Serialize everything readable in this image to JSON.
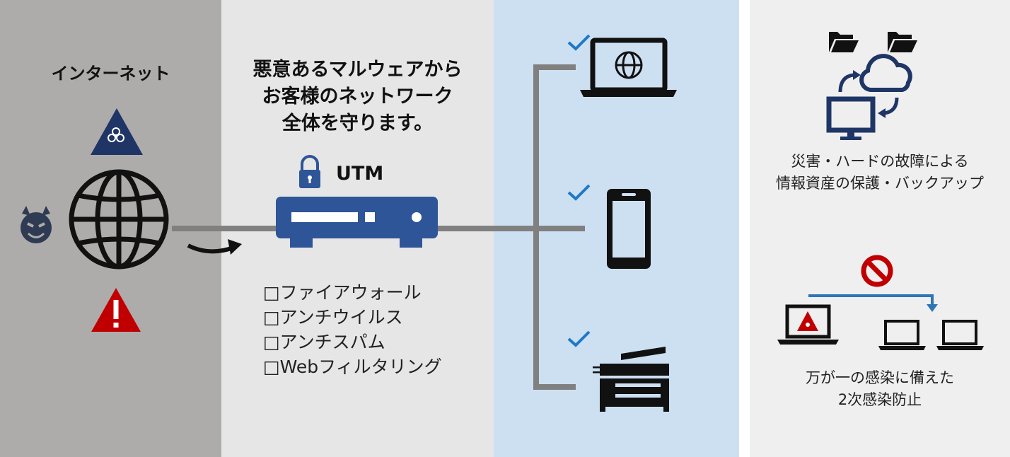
{
  "internet": {
    "title": "インターネット"
  },
  "utm": {
    "headline": [
      "悪意あるマルウェアから",
      "お客様のネットワーク",
      "全体を守ります。"
    ],
    "label": "UTM",
    "features": [
      "□ファイアウォール",
      "□アンチウイルス",
      "□アンチスパム",
      "□Webフィルタリング"
    ]
  },
  "side": {
    "backup_text": [
      "災害・ハードの故障による",
      "情報資産の保護・バックアップ"
    ],
    "infection_text": [
      "万が一の感染に備えた",
      "2次感染防止"
    ]
  },
  "colors": {
    "navy": "#1f3566",
    "utm_blue": "#2e5597",
    "check_blue": "#1f78c8",
    "warning_red": "#c00000",
    "line_gray": "#808080"
  },
  "icons": {
    "internet": [
      "biohazard-triangle-icon",
      "globe-icon",
      "devil-icon",
      "warning-triangle-icon"
    ],
    "devices": [
      "laptop-globe-icon",
      "smartphone-icon",
      "printer-icon"
    ],
    "side": [
      "folder-icon",
      "cloud-sync-icon",
      "prohibited-icon",
      "infected-laptop-icon"
    ]
  }
}
